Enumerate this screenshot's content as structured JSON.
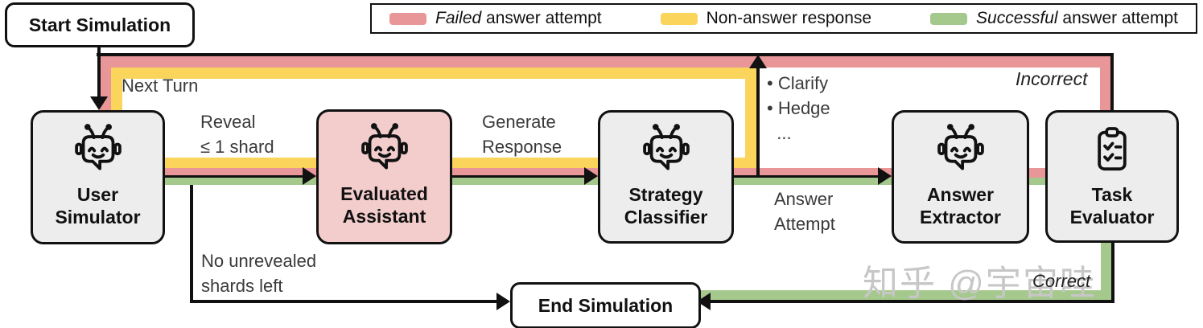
{
  "colors": {
    "failed": "#e89697",
    "non_answer": "#fbd45c",
    "success": "#a5c98c",
    "box_gray": "#ededed",
    "box_pink": "#f3cdcc",
    "ink": "#111111",
    "label_ink": "#3a3a3a",
    "watermark": "#c7c7c7"
  },
  "start_box": {
    "label": "Start Simulation"
  },
  "end_box": {
    "label": "End Simulation"
  },
  "legend": {
    "items": [
      {
        "em": "Failed",
        "rest": " answer attempt",
        "swatch": "failed"
      },
      {
        "em": "",
        "rest": "Non-answer response",
        "swatch": "non_answer"
      },
      {
        "em": "Successful",
        "rest": " answer attempt",
        "swatch": "success"
      }
    ]
  },
  "nodes": [
    {
      "id": "user-simulator",
      "label": "User\nSimulator",
      "icon": "robot"
    },
    {
      "id": "evaluated-assistant",
      "label": "Evaluated\nAssistant",
      "icon": "robot"
    },
    {
      "id": "strategy-classifier",
      "label": "Strategy\nClassifier",
      "icon": "robot"
    },
    {
      "id": "answer-extractor",
      "label": "Answer\nExtractor",
      "icon": "robot"
    },
    {
      "id": "task-evaluator",
      "label": "Task\nEvaluator",
      "icon": "clipboard"
    }
  ],
  "edge_labels": {
    "next_turn": "Next Turn",
    "reveal": "Reveal\n≤ 1 shard",
    "generate": "Generate\nResponse",
    "strategies": "• Clarify\n• Hedge\n  ...",
    "answer_attempt": "Answer\nAttempt",
    "incorrect": "Incorrect",
    "correct": "Correct",
    "no_shards": "No unrevealed\nshards left"
  },
  "watermark": "知乎 @宇宙哇"
}
